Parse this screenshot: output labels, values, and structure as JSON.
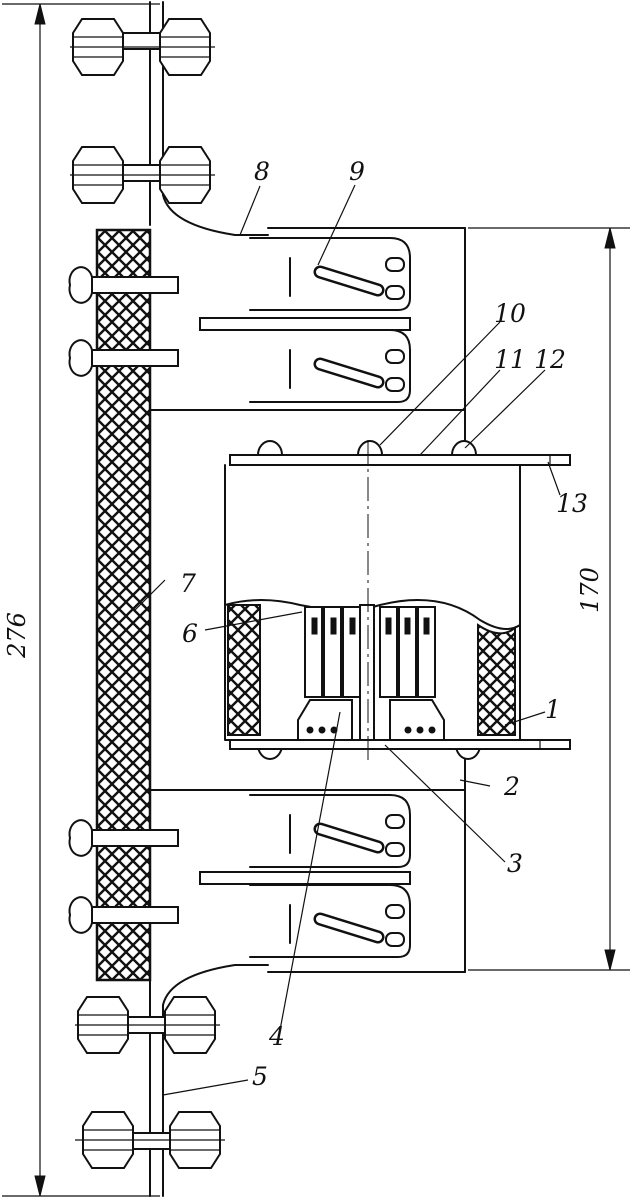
{
  "dimensions": {
    "overall_height": "276",
    "contact_height": "170"
  },
  "labels": {
    "l1": "1",
    "l2": "2",
    "l3": "3",
    "l4": "4",
    "l5": "5",
    "l6": "6",
    "l7": "7",
    "l8": "8",
    "l9": "9",
    "l10": "10",
    "l11": "11",
    "l12": "12",
    "l13": "13"
  }
}
